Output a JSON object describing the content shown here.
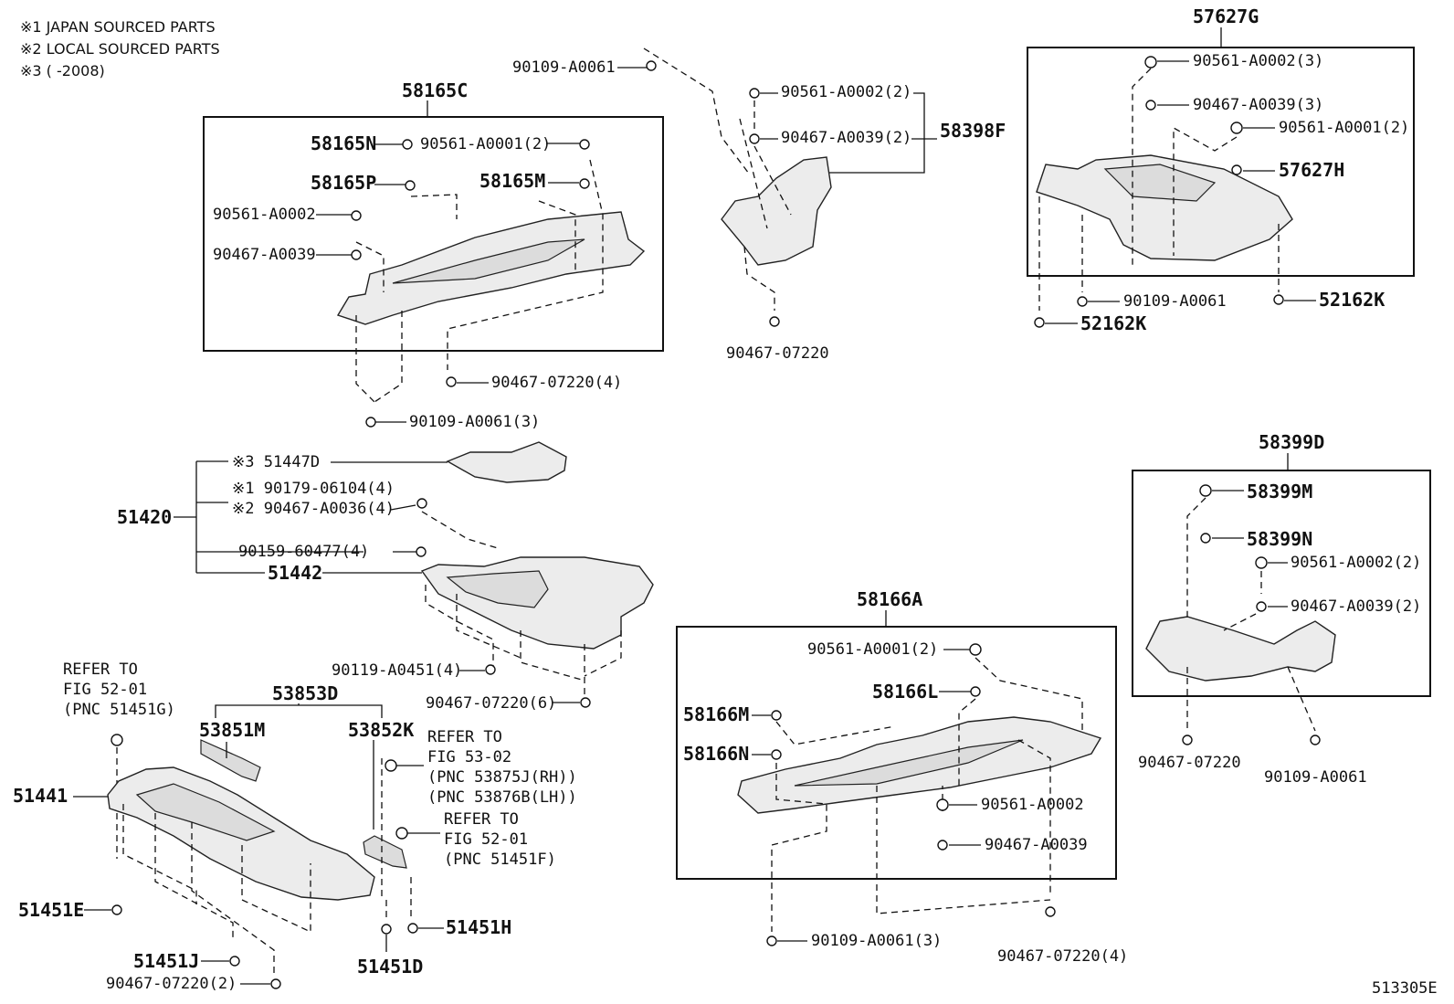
{
  "notes": [
    "※1 JAPAN SOURCED PARTS",
    "※2 LOCAL SOURCED PARTS",
    "※3 (     -2008)"
  ],
  "figure_id": "513305E",
  "groups": {
    "g58165C": {
      "title": "58165C",
      "labels": [
        "58165N",
        "90561-A0001(2)",
        "58165P",
        "58165M",
        "90561-A0002",
        "90467-A0039"
      ],
      "outside": [
        "90467-07220(4)",
        "90109-A0061(3)"
      ]
    },
    "g58398F": {
      "top": "90109-A0061",
      "labels": [
        "90561-A0002(2)",
        "90467-A0039(2)"
      ],
      "title": "58398F",
      "bottom": "90467-07220"
    },
    "g57627G": {
      "title": "57627G",
      "labels": [
        "90561-A0002(3)",
        "90467-A0039(3)",
        "90561-A0001(2)",
        "57627H"
      ],
      "outside": [
        "90109-A0061",
        "52162K",
        "52162K"
      ]
    },
    "g51420": {
      "title": "51420",
      "labels": [
        "※3 51447D",
        "※1 90179-06104(4)",
        "※2 90467-A0036(4)",
        "90159-60477(4)",
        "51442",
        "90119-A0451(4)",
        "90467-07220(6)"
      ]
    },
    "g58399D": {
      "title": "58399D",
      "labels": [
        "58399M",
        "58399N",
        "90561-A0002(2)",
        "90467-A0039(2)"
      ],
      "outside": [
        "90467-07220",
        "90109-A0061"
      ]
    },
    "g58166A": {
      "title": "58166A",
      "labels": [
        "90561-A0001(2)",
        "58166L",
        "58166M",
        "58166N",
        "90561-A0002",
        "90467-A0039"
      ],
      "outside": [
        "90109-A0061(3)",
        "90467-07220(4)"
      ]
    },
    "g53853D": {
      "refer1": [
        "REFER TO",
        "FIG 52-01",
        "(PNC 51451G)"
      ],
      "title": "53853D",
      "left": "53851M",
      "right": "53852K",
      "refer2": [
        "REFER TO",
        "FIG 53-02",
        "(PNC 53875J(RH))",
        "(PNC 53876B(LH))"
      ],
      "refer3": [
        "REFER TO",
        "FIG 52-01",
        "(PNC 51451F)"
      ],
      "labels": [
        "51441",
        "51451E",
        "51451J",
        "90467-07220(2)",
        "51451D",
        "51451H"
      ]
    }
  }
}
